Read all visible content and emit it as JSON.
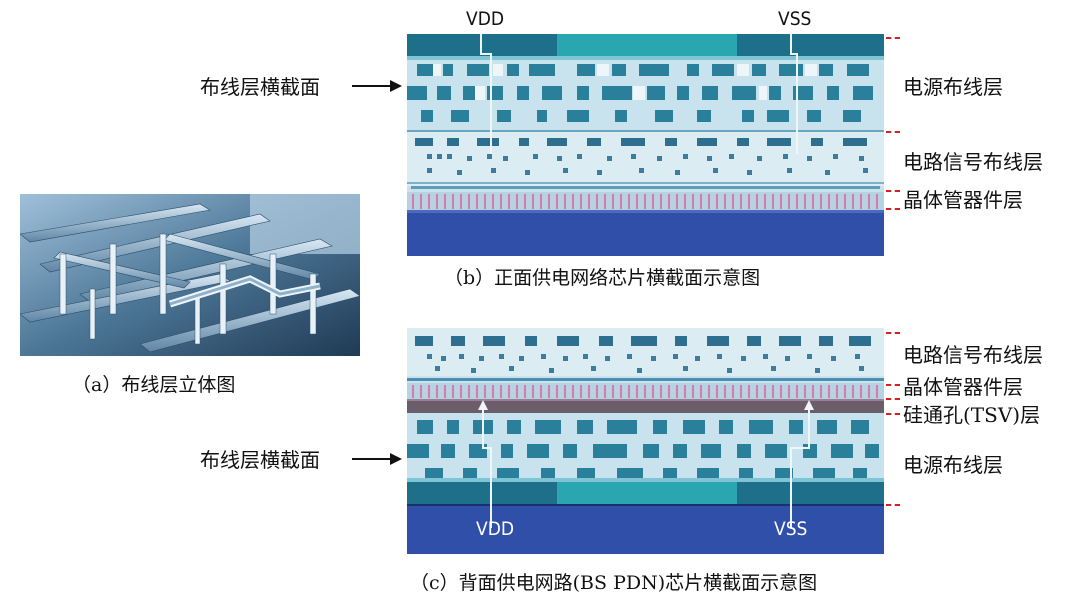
{
  "panel_a": {
    "caption": "（a）布线层立体图"
  },
  "panel_b": {
    "caption": "（b）正面供电网络芯片横截面示意图",
    "left_label": "布线层横截面",
    "pin_left": "VDD",
    "pin_right": "VSS",
    "layers": [
      "电源布线层",
      "电路信号布线层",
      "晶体管器件层"
    ]
  },
  "panel_c": {
    "caption": "（c）背面供电网路(BS PDN)芯片横截面示意图",
    "left_label": "布线层横截面",
    "pin_left": "VDD",
    "pin_right": "VSS",
    "layers": [
      "电路信号布线层",
      "晶体管器件层",
      "硅通孔(TSV)层",
      "电源布线层"
    ]
  },
  "colors": {
    "substrate": "#2f4fa8",
    "teal": "#2aa6b0",
    "metal_dark": "#1e6f8a",
    "light_bg": "#c9e3ee",
    "transistor": "#d978b0",
    "marker": "#d42020"
  }
}
